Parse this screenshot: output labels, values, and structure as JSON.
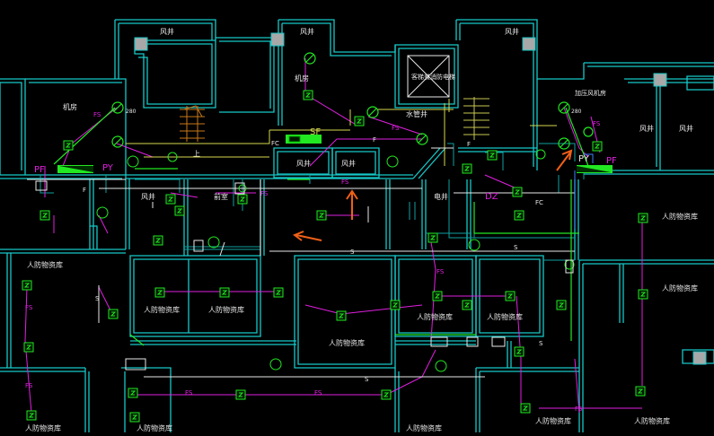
{
  "colors": {
    "background": "#000000",
    "wall": "#16c8c8",
    "wall_inner": "#0fa0a0",
    "fire_line": "#e020e0",
    "green": "#22e822",
    "yellow": "#d8d850",
    "white": "#e8e8e8",
    "orange": "#f06018",
    "red_stair": "#c87818",
    "blue_line": "#4080ff",
    "gray": "#a8a8a8"
  },
  "labels": {
    "fan_room_1": "风井",
    "fan_room_2": "风井",
    "fan_room_3": "风井",
    "shaft_top_left": "风井",
    "fan_room_mid_1": "风井",
    "fan_room_mid_2": "风井",
    "machine_room": "机房",
    "machine_room_2": "机房",
    "elevator_room": "前室",
    "pipe_well": "电井",
    "water_pipe": "水管井",
    "duct_right_1": "风井",
    "duct_right_2": "风井",
    "smoke_exhaust": "加压风机房",
    "elevator": "客梯兼消防电梯",
    "sf": "SF",
    "py_left": "PY",
    "pf_left": "PF",
    "py_right": "PY",
    "pf_right": "PF",
    "dz": "DZ",
    "fc_1": "FC",
    "fc_2": "FC",
    "up": "上",
    "storage_1": "人防物资库",
    "storage_2": "人防物资库",
    "storage_3": "人防物资库",
    "storage_4": "人防物资库",
    "storage_5": "人防物资库",
    "storage_6": "人防物资库",
    "storage_7": "人防物资库",
    "storage_8": "人防物资库",
    "storage_9": "人防物资库",
    "storage_10": "人防物资库",
    "storage_11": "人防物资库",
    "storage_12": "人防物资库",
    "storage_13": "人防物资库",
    "fs": "FS",
    "f": "F",
    "s": "S",
    "num_200_left": "280",
    "num_200_right": "280"
  }
}
